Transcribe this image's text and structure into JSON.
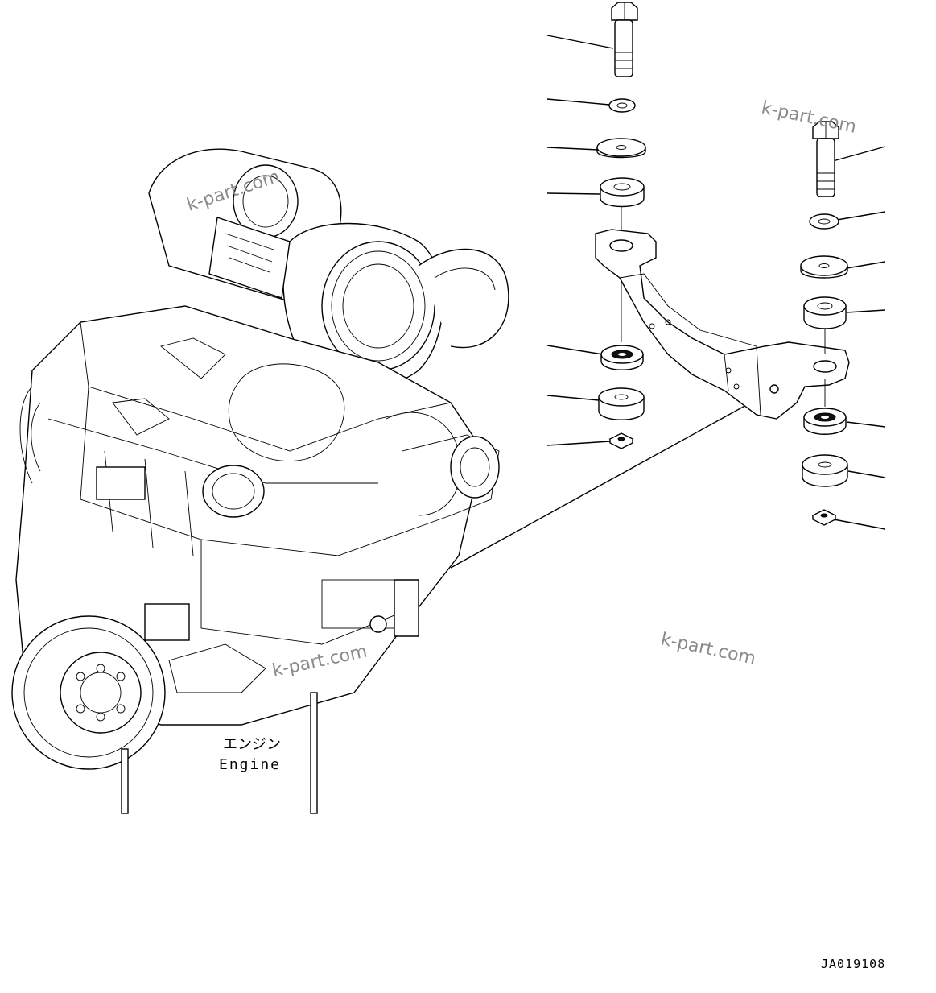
{
  "engine_label": {
    "jp": "エンジン",
    "en": "Engine"
  },
  "drawing_number": "JA019108",
  "watermarks": [
    "k-part.com",
    "k-part.com",
    "k-part.com",
    "k-part.com"
  ],
  "parts_left_stack": [
    "bolt",
    "washer",
    "plate",
    "cushion",
    "cushion-bearing",
    "cushion",
    "nut"
  ],
  "parts_right_stack": [
    "bolt",
    "washer",
    "plate",
    "cushion",
    "cushion-bearing",
    "cushion",
    "nut"
  ]
}
